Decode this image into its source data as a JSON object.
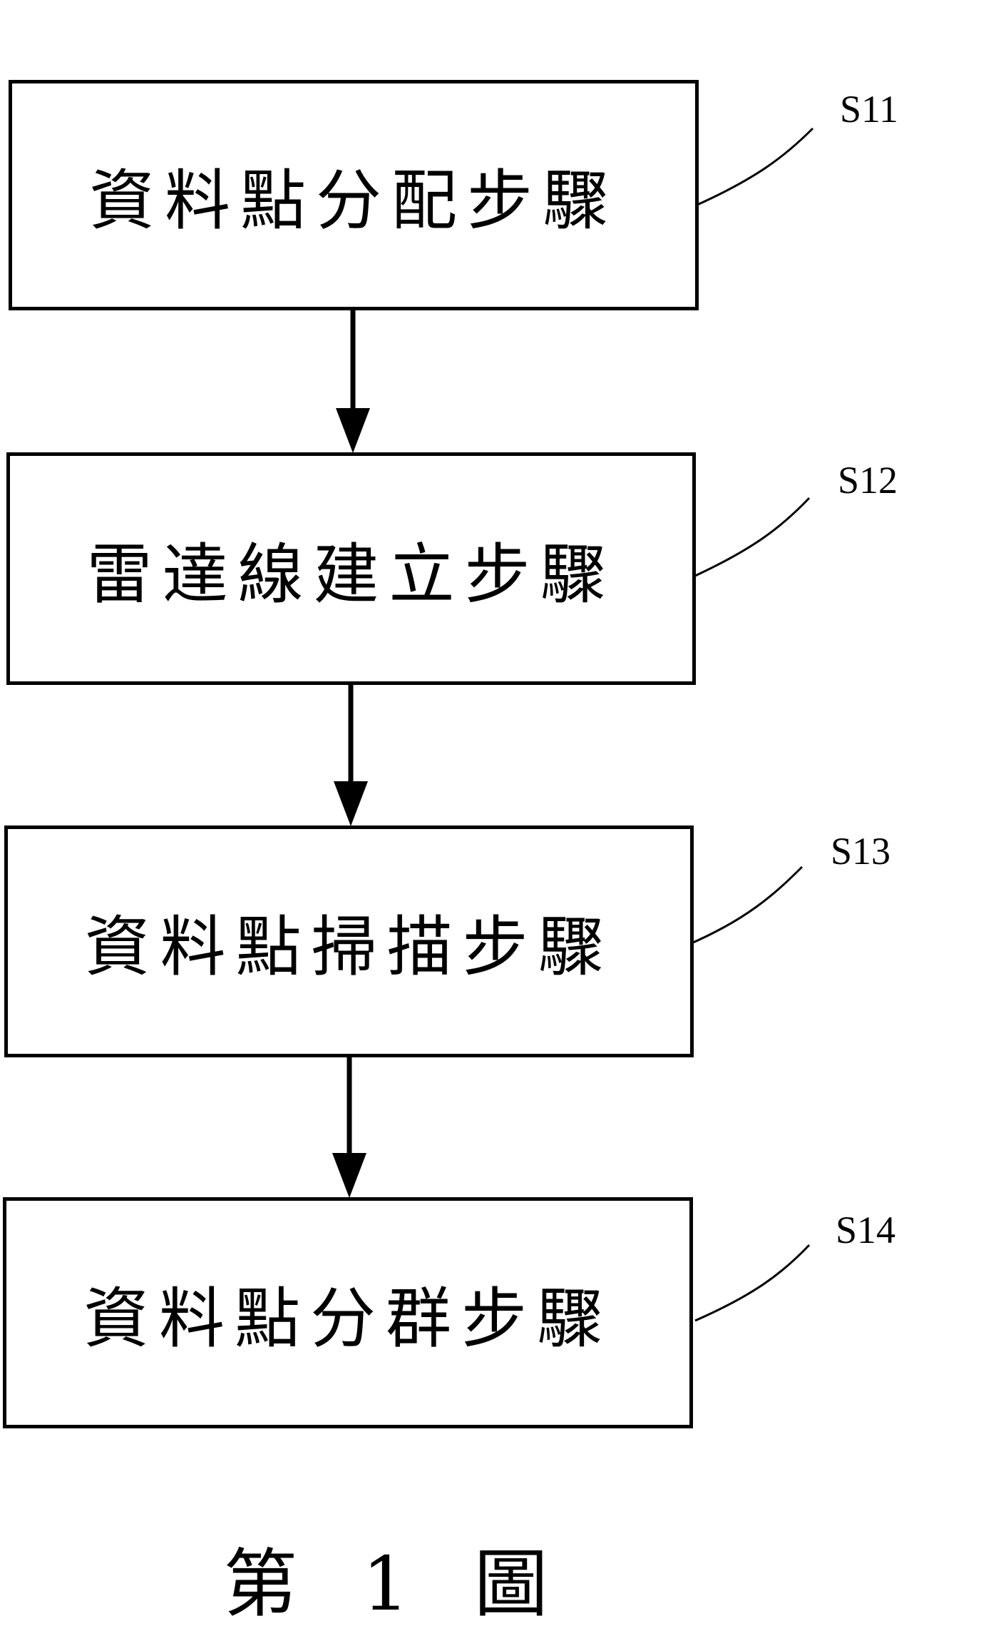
{
  "steps": [
    {
      "text": "資料點分配步驟",
      "label": "S11"
    },
    {
      "text": "雷達線建立步驟",
      "label": "S12"
    },
    {
      "text": "資料點掃描步驟",
      "label": "S13"
    },
    {
      "text": "資料點分群步驟",
      "label": "S14"
    }
  ],
  "caption": "第 1 圖"
}
